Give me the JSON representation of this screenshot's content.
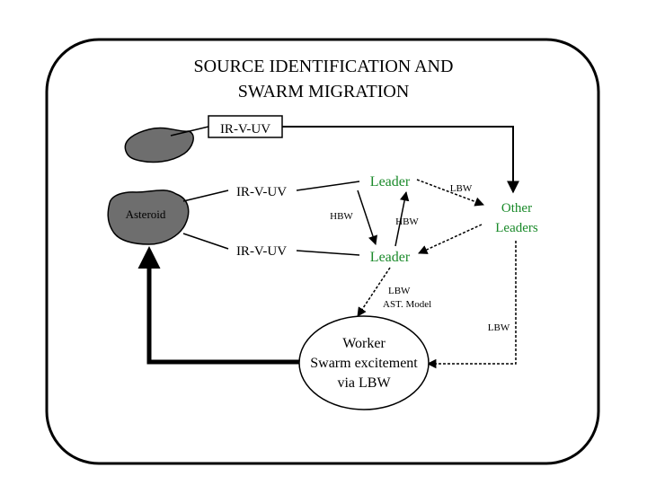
{
  "title": {
    "line1": "SOURCE IDENTIFICATION AND",
    "line2": "SWARM MIGRATION"
  },
  "labels": {
    "top_ir_v_uv": "IR-V-UV",
    "mid_ir_v_uv_upper": "IR-V-UV",
    "mid_ir_v_uv_lower": "IR-V-UV",
    "asteroid": "Asteroid",
    "leader_top": "Leader",
    "leader_bottom": "Leader",
    "lbw_top": "LBW",
    "hbw_left": "HBW",
    "hbw_right": "HBW",
    "other_leaders_line1": "Other",
    "other_leaders_line2": "Leaders",
    "lbw_ast_model_line1": "LBW",
    "lbw_ast_model_line2": "AST. Model",
    "lbw_right": "LBW",
    "worker_line1": "Worker",
    "worker_line2": "Swarm excitement",
    "worker_line3": "via LBW"
  },
  "colors": {
    "leader_text": "#1a8a2a",
    "blob_fill": "#6e6e6e"
  }
}
